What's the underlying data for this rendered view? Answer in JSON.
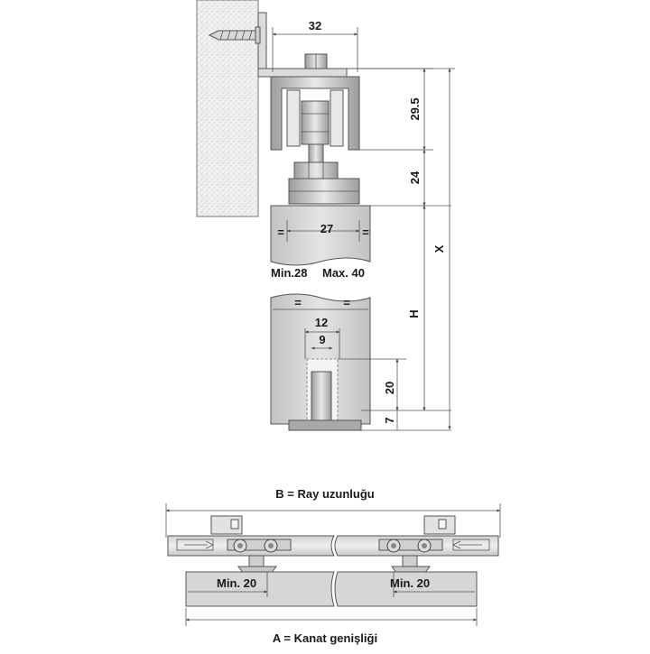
{
  "labels": {
    "d32": "32",
    "d29_5": "29.5",
    "d24": "24",
    "d27": "27",
    "eq": "=",
    "min28": "Min.28",
    "max40": "Max. 40",
    "dX": "X",
    "dH": "H",
    "d12": "12",
    "d9": "9",
    "d20": "20",
    "d7": "7",
    "rail_caption": "B = Ray uzunluğu",
    "door_caption": "A = Kanat genişliği",
    "min20_left": "Min. 20",
    "min20_right": "Min. 20"
  },
  "colors": {
    "wall_fill": "#efefef",
    "metal_light": "#e6e6e6",
    "metal_mid": "#c9c9c9",
    "metal_dark": "#9a9a9a",
    "door_fill": "#d6d6d6",
    "line": "#555555"
  }
}
